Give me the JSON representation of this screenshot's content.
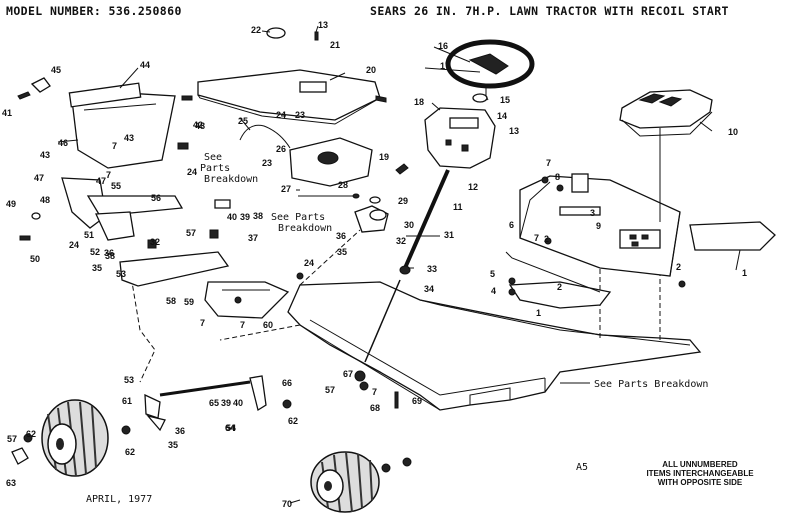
{
  "header": {
    "model_number": "MODEL NUMBER:  536.250860",
    "title": "SEARS 26 IN. 7H.P. LAWN TRACTOR WITH RECOIL START"
  },
  "footer": {
    "date": "APRIL, 1977",
    "page": "A5",
    "note_line1": "ALL UNNUMBERED",
    "note_line2": "ITEMS INTERCHANGEABLE",
    "note_line3": "WITH OPPOSITE SIDE"
  },
  "notes": {
    "see": "See",
    "parts": "Parts",
    "breakdown": "Breakdown",
    "see_parts": "See Parts",
    "see_parts_breakdown": "See Parts Breakdown"
  },
  "part_labels": {
    "p1": "1",
    "p2": "2",
    "p3": "3",
    "p4": "4",
    "p5": "5",
    "p6": "6",
    "p7": "7",
    "p8": "8",
    "p9": "9",
    "p10": "10",
    "p11": "11",
    "p12": "12",
    "p13": "13",
    "p14": "14",
    "p15": "15",
    "p16": "16",
    "p17": "17",
    "p18": "18",
    "p19": "19",
    "p20": "20",
    "p21": "21",
    "p22": "22",
    "p23": "23",
    "p24": "24",
    "p25": "25",
    "p26": "26",
    "p27": "27",
    "p28": "28",
    "p29": "29",
    "p30": "30",
    "p31": "31",
    "p32": "32",
    "p33": "33",
    "p34": "34",
    "p35": "35",
    "p36": "36",
    "p37": "37",
    "p38": "38",
    "p39": "39",
    "p40": "40",
    "p41": "41",
    "p42": "42",
    "p43": "43",
    "p44": "44",
    "p45": "45",
    "p46": "46",
    "p47": "47",
    "p48": "48",
    "p49": "49",
    "p50": "50",
    "p51": "51",
    "p52": "52",
    "p53": "53",
    "p54": "54",
    "p55": "55",
    "p56": "56",
    "p57": "57",
    "p58": "58",
    "p59": "59",
    "p60": "60",
    "p61": "61",
    "p62": "62",
    "p63": "63",
    "p64": "64",
    "p65": "65",
    "p66": "66",
    "p67": "67",
    "p68": "68",
    "p69": "69",
    "p70": "70"
  }
}
